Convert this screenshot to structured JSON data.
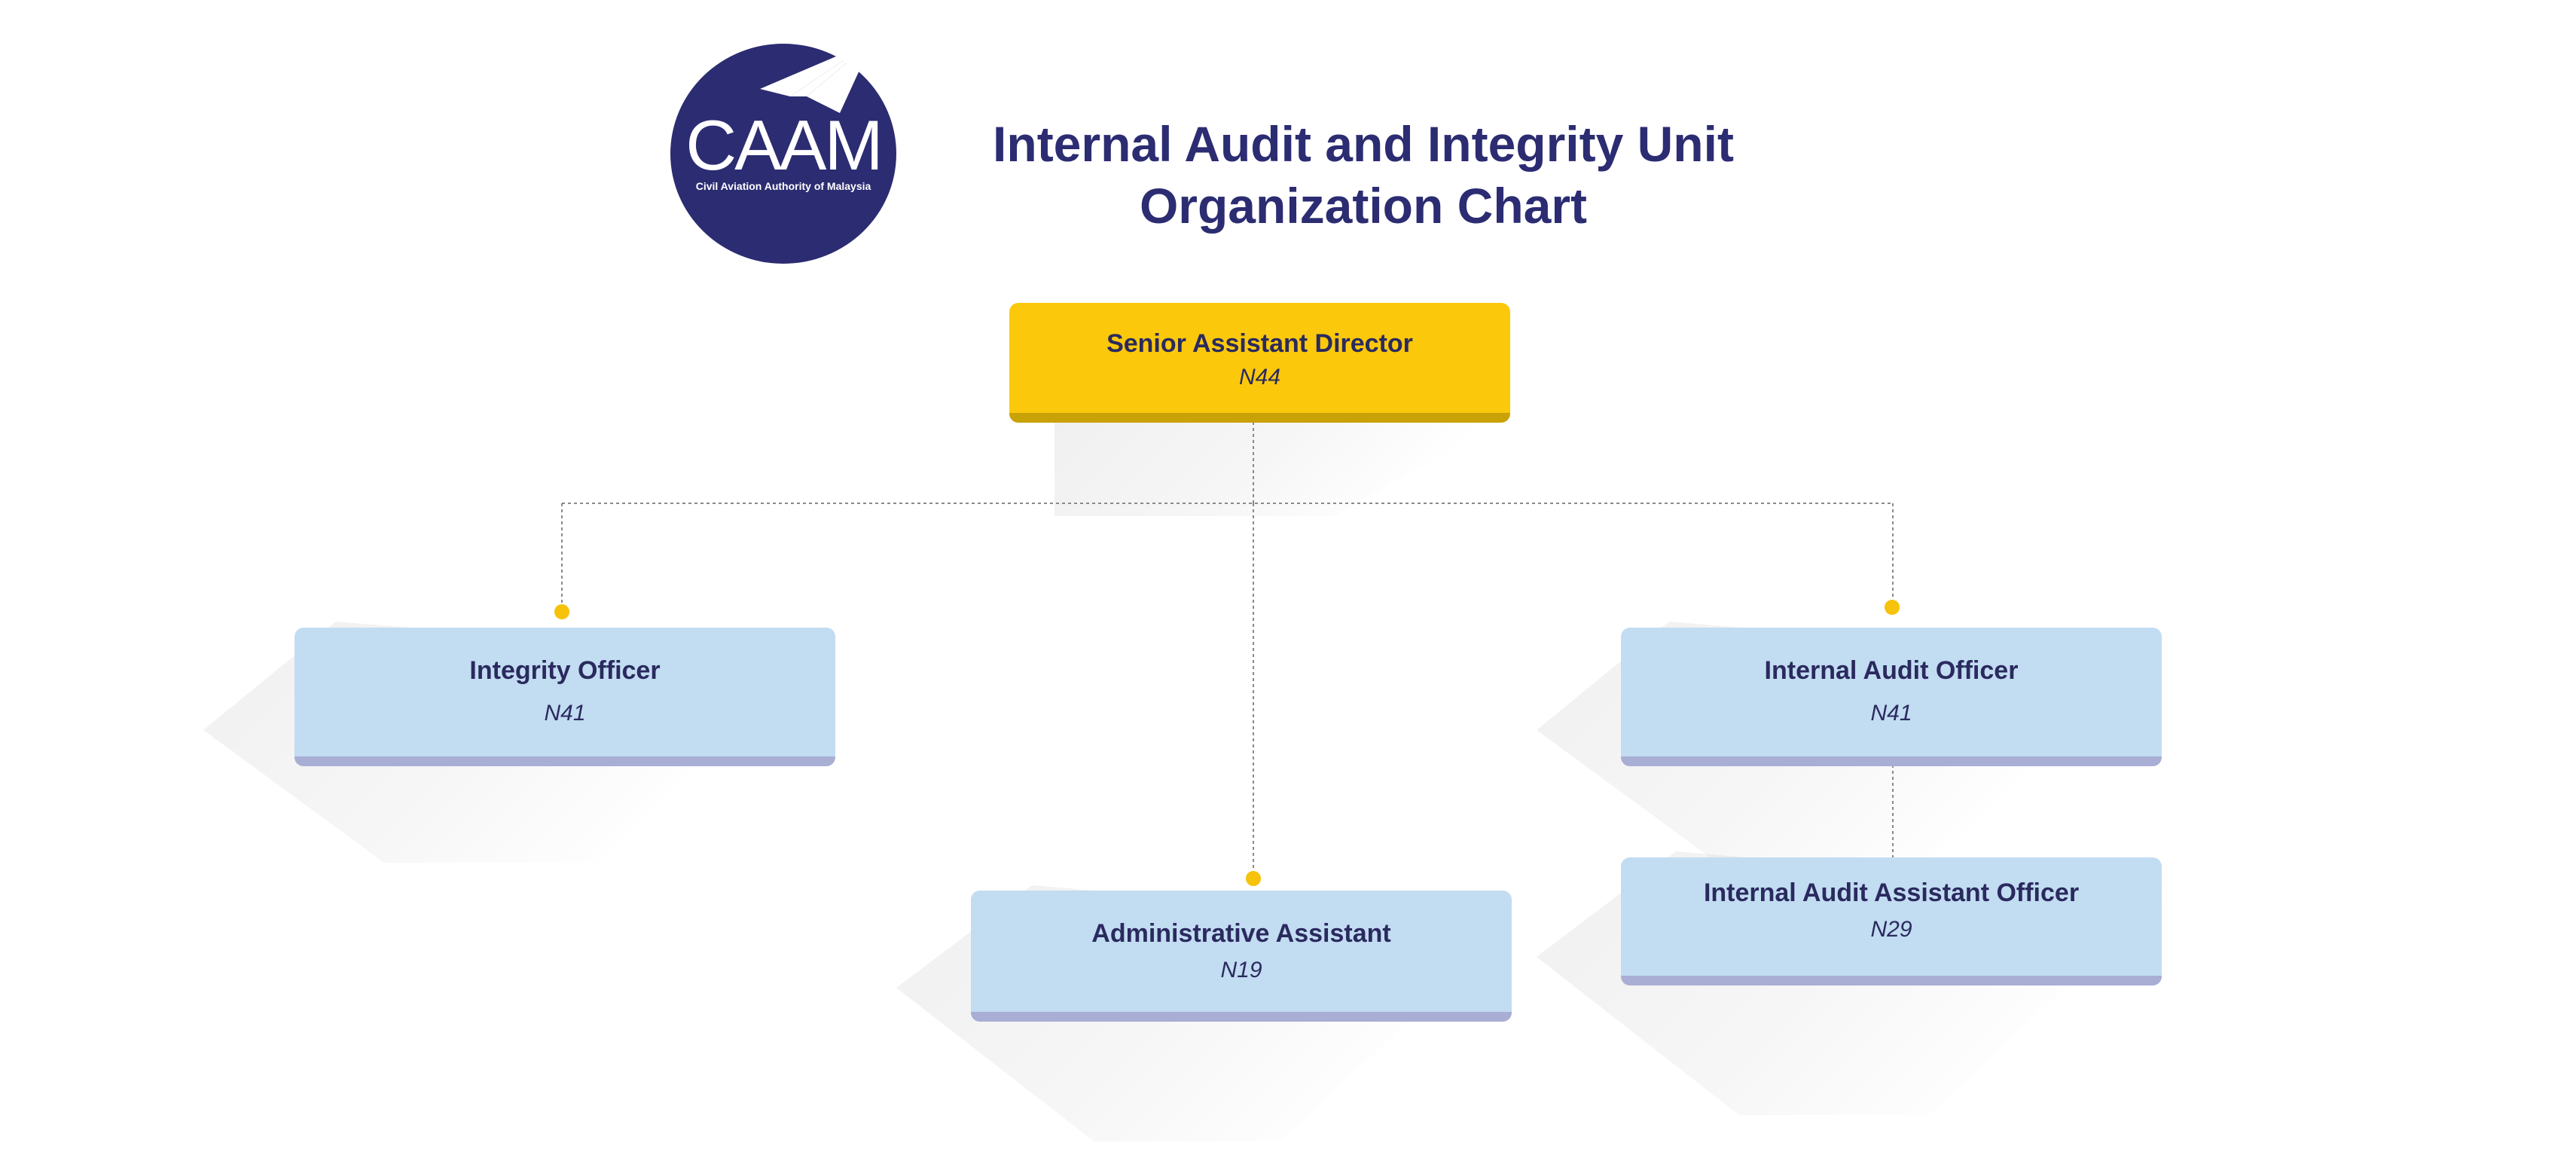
{
  "header": {
    "logo_text": "CAAM",
    "logo_subtext": "Civil Aviation Authority of Malaysia",
    "title_line1": "Internal Audit and Integrity Unit",
    "title_line2": "Organization Chart"
  },
  "colors": {
    "brand_navy": "#2c2c72",
    "head_box": "#fbc80c",
    "staff_box": "#c2dcf2",
    "connector_dot": "#f6c20a"
  },
  "org_chart": {
    "head": {
      "role": "Senior Assistant Director",
      "grade": "N44"
    },
    "integrity_officer": {
      "role": "Integrity Officer",
      "grade": "N41"
    },
    "admin_assistant": {
      "role": "Administrative Assistant",
      "grade": "N19"
    },
    "internal_audit_officer": {
      "role": "Internal Audit Officer",
      "grade": "N41"
    },
    "internal_audit_assistant": {
      "role": "Internal Audit Assistant Officer",
      "grade": "N29"
    }
  }
}
